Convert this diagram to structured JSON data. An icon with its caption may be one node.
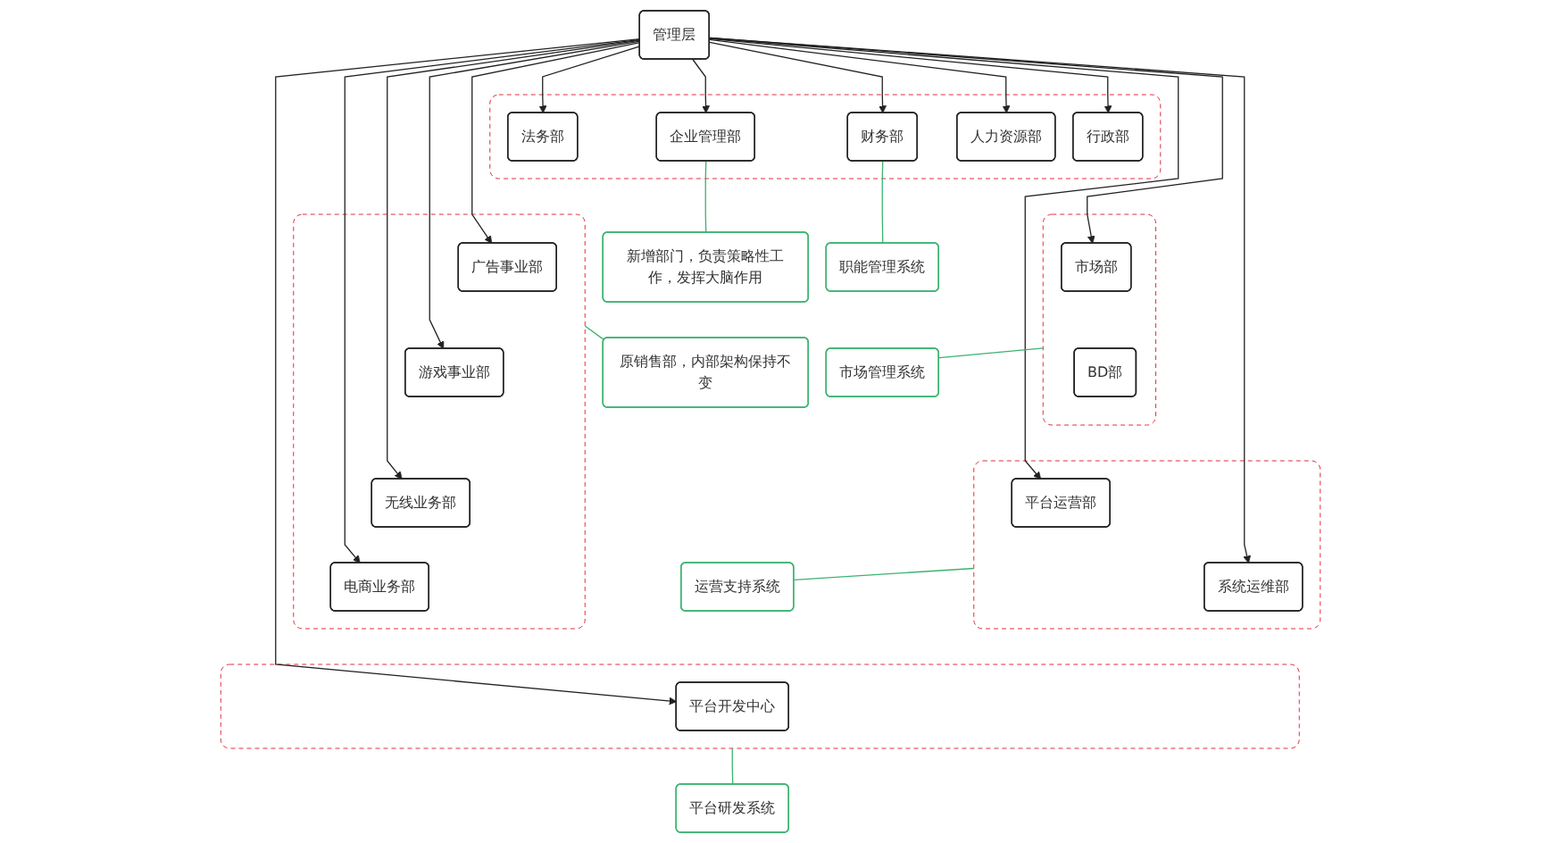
{
  "diagram": {
    "nodes": [
      {
        "text": [
          "管理层"
        ]
      },
      {
        "text": [],
        "shape": "box"
      },
      {
        "text": [
          "企业管理部"
        ],
        "in": 1
      },
      {
        "text": [
          "人力资源部"
        ],
        "in": 1
      },
      {
        "text": [
          "财务部"
        ],
        "in": 1
      },
      {
        "text": [
          "法务部"
        ],
        "in": 1
      },
      {
        "text": [
          "行政部"
        ],
        "in": 1
      },
      {
        "text": [
          "新增部门，负责策略性工作，发挥大脑作用"
        ]
      },
      {
        "text": [],
        "shape": "box"
      },
      {
        "text": [
          "市场部"
        ],
        "in": 8
      },
      {
        "text": [
          "BD部"
        ],
        "in": 8
      },
      {
        "text": [
          "职能管理系统"
        ]
      },
      {
        "text": [],
        "shape": "box"
      },
      {
        "text": [
          "广告事业部"
        ],
        "in": 12
      },
      {
        "text": [
          "游戏事业部"
        ],
        "in": 12
      },
      {
        "text": [
          "无线业务部"
        ],
        "in": 12
      },
      {
        "text": [
          "电商业务部"
        ],
        "in": 12
      },
      {
        "text": [
          "原销售部，内部架构保持不变"
        ]
      },
      {
        "text": [
          "市场管理系统"
        ]
      },
      {
        "text": [],
        "shape": "box"
      },
      {
        "text": [
          "平台运营部"
        ],
        "in": 19
      },
      {
        "text": [
          "系统运维部"
        ],
        "in": 19
      },
      {
        "text": [
          "运营支持系统"
        ]
      },
      {
        "text": [],
        "shape": "box"
      },
      {
        "text": [
          "平台开发中心"
        ],
        "in": 23
      },
      {
        "text": [
          "平台研发系统"
        ]
      }
    ],
    "edges": [
      {
        "from": 0,
        "to": 2,
        "arrow": "to"
      },
      {
        "from": 0,
        "to": 3,
        "arrow": "to"
      },
      {
        "from": 0,
        "to": 4,
        "arrow": "to"
      },
      {
        "from": 0,
        "to": 5,
        "arrow": "to"
      },
      {
        "from": 0,
        "to": 6,
        "arrow": "to"
      },
      {
        "from": 0,
        "to": 9,
        "arrow": "to"
      },
      {
        "from": 0,
        "to": 20,
        "arrow": "to"
      },
      {
        "from": 0,
        "to": 21,
        "arrow": "to"
      },
      {
        "from": 0,
        "to": 24,
        "arrow": "to"
      },
      {
        "from": 0,
        "to": 13,
        "arrow": "to"
      },
      {
        "from": 0,
        "to": 14,
        "arrow": "to"
      },
      {
        "from": 0,
        "to": 15,
        "arrow": "to"
      },
      {
        "from": 0,
        "to": 16,
        "arrow": "to"
      },
      {
        "from": 7,
        "to": 2,
        "arrow": "none",
        "color": "#3cb371"
      },
      {
        "from": 11,
        "to": 4,
        "arrow": "none",
        "color": "#3cb371"
      },
      {
        "from": 17,
        "to": 12,
        "arrow": "none",
        "color": "#3cb371"
      },
      {
        "from": 18,
        "to": 8,
        "arrow": "none",
        "color": "#3cb371"
      },
      {
        "from": 22,
        "to": 19,
        "arrow": "none",
        "color": "#3cb371"
      },
      {
        "from": 25,
        "to": 23,
        "arrow": "none",
        "color": "#3cb371"
      }
    ]
  }
}
